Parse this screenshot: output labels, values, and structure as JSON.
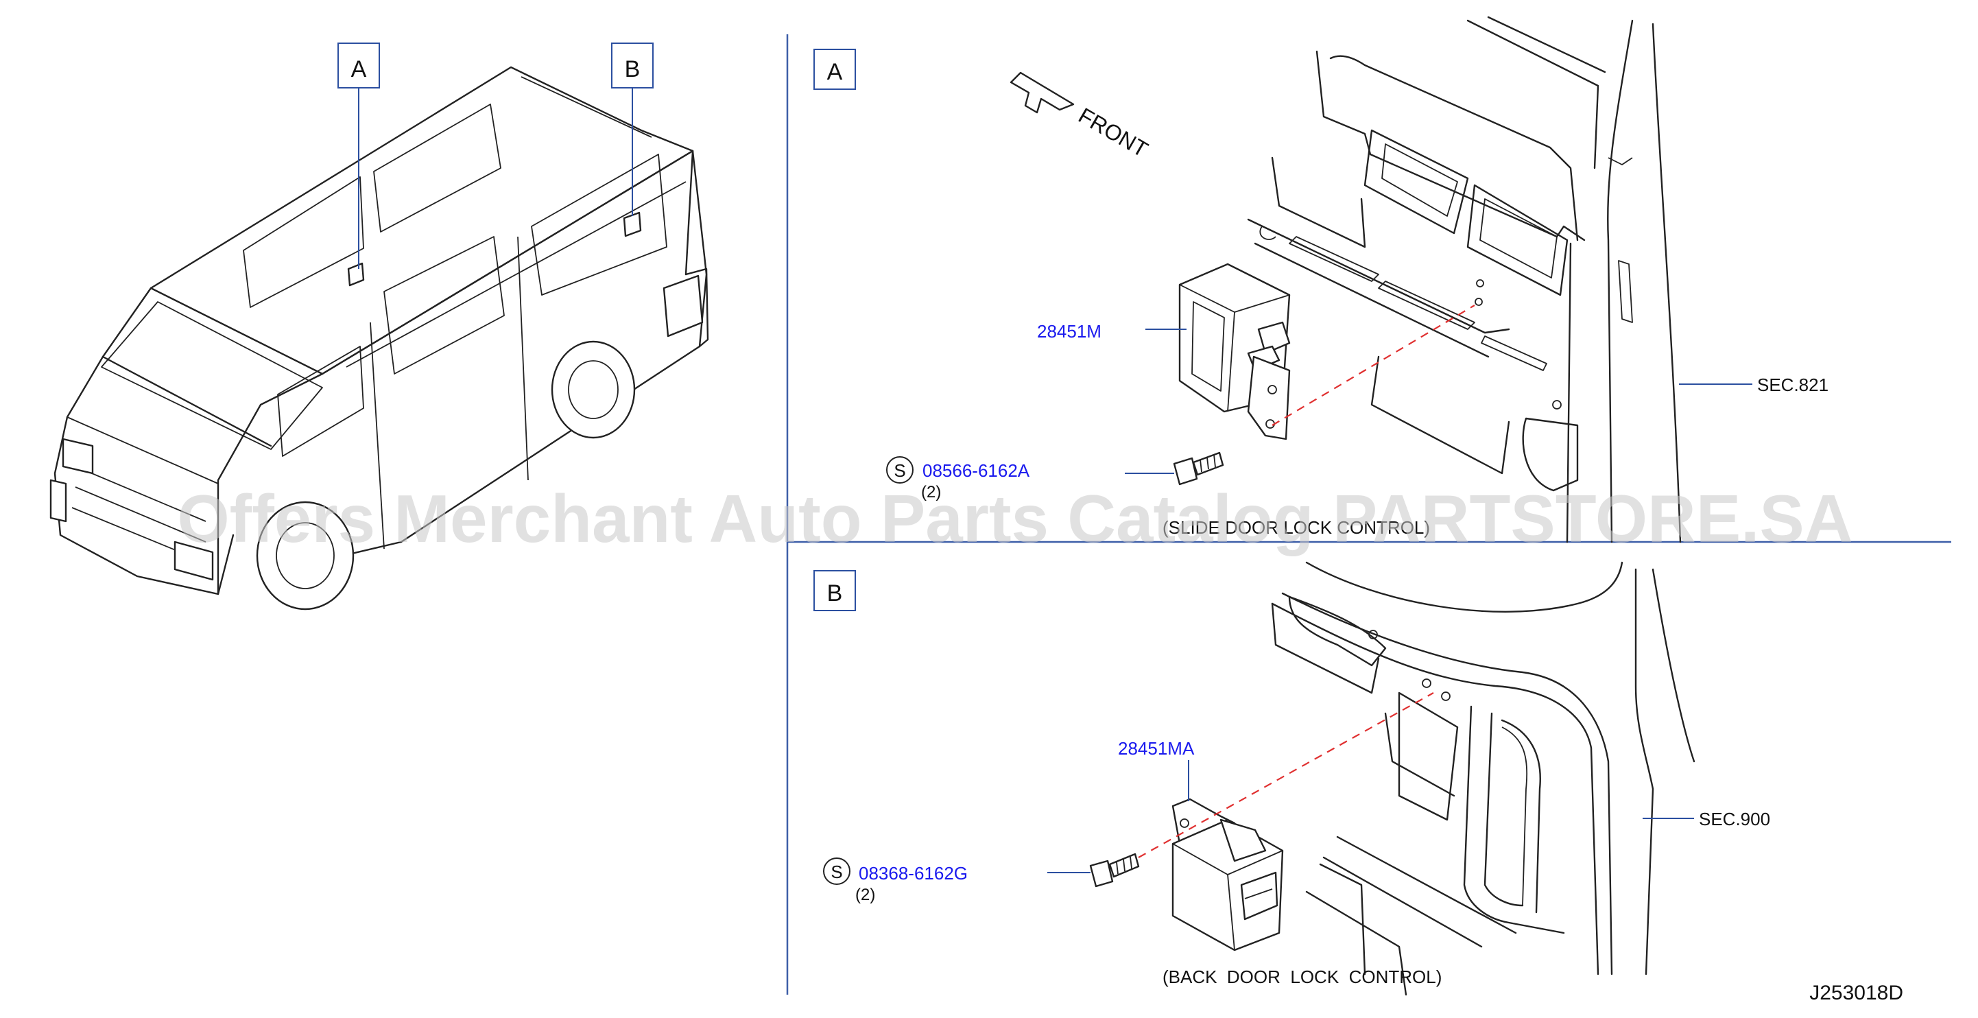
{
  "callouts": {
    "overview_a": "A",
    "overview_b": "B",
    "panel_a": "A",
    "panel_b": "B"
  },
  "front_label": "FRONT",
  "section_a": {
    "part_unit": "28451M",
    "screw_symbol": "S",
    "screw_part": "08566-6162A",
    "screw_qty": "(2)",
    "sec_ref": "SEC.821",
    "caption": "(SLIDE DOOR LOCK CONTROL)"
  },
  "section_b": {
    "part_unit": "28451MA",
    "screw_symbol": "S",
    "screw_part": "08368-6162G",
    "screw_qty": "(2)",
    "sec_ref": "SEC.900",
    "caption": "(BACK  DOOR  LOCK  CONTROL)"
  },
  "diagram_code": "J253018D",
  "watermark": "Offers Merchant Auto Parts Catalog PARTSTORE.SA",
  "colors": {
    "part_number": "#1a1aee",
    "leader": "#2b4fa0",
    "dashed_axis": "#e03030"
  }
}
